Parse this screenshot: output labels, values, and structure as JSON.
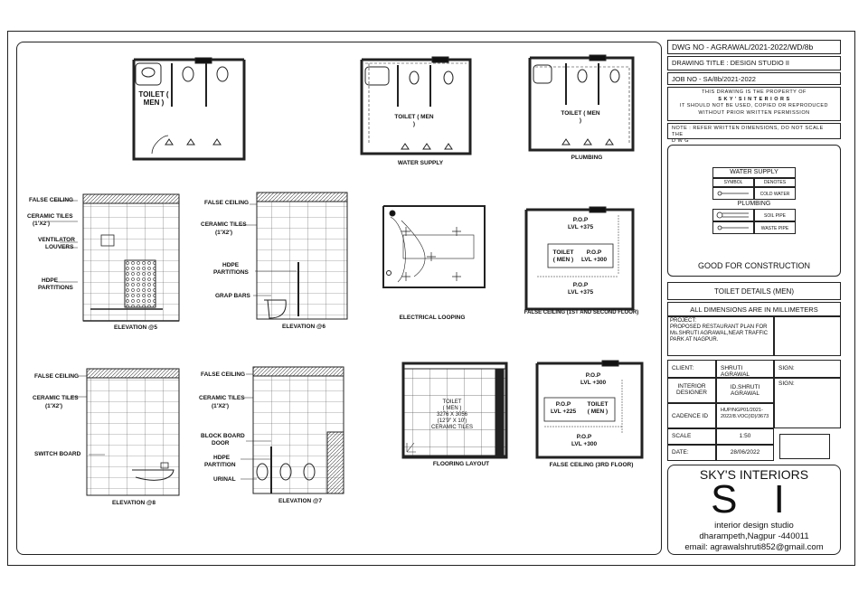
{
  "title_block": {
    "dwg_no": "DWG NO - AGRAWAL/2021-2022/WD/8b",
    "drawing_title": "DRAWING TITLE : DESIGN STUDIO II",
    "job_no": "JOB NO - SA/8b/2021-2022",
    "property_line1": "THIS DRAWING IS THE PROPERTY OF",
    "property_line2": "S K Y ' S   I N T E R I O R S",
    "property_line3": "IT SHOULD NOT BE USED, COPIED OR REPRODUCED",
    "property_line4": "WITHOUT PRIOR WRITTEN PERMISSION",
    "note": "NOTE : REFER WRITTEN DIMENSIONS, DO NOT SCALE THE",
    "note_line2": "D                 W                G",
    "legend": {
      "water_supply": "WATER SUPPLY",
      "symbol": "SYMBOL",
      "denotes": "DENOTES",
      "cold_water": "COLD WATER",
      "plumbing": "PLUMBING",
      "soil_pipe": "SOIL PIPE",
      "waste_pipe": "WASTE PIPE"
    },
    "status": "GOOD FOR CONSTRUCTION",
    "sheet_title": "TOILET DETAILS (MEN)",
    "units": "ALL DIMENSIONS ARE IN MILLIMETERS",
    "project_label": "PROJECT:",
    "project_text": "PROPOSED RESTAURANT PLAN FOR Ms.SHRUTI AGRAWAL,NEAR TRAFFIC PARK AT NAGPUR.",
    "client_label": "CLIENT:",
    "client": "SHRUTI AGRAWAL",
    "sign1": "SIGN:",
    "designer_label": "INTERIOR DESIGNER",
    "designer": "ID.SHRUTI AGRAWAL",
    "sign2": "SIGN:",
    "cadence_label": "CADENCE ID",
    "cadence": "HUP/NGP01/2021-2022/8.VOC(ID)/3673",
    "scale_label": "SCALE",
    "scale": "1:50",
    "date_label": "DATE:",
    "date": "28/06/2022",
    "firm": "SKY'S INTERIORS",
    "logo": "S I",
    "studio": "interior design studio",
    "address": "dharampeth,Nagpur -440011",
    "email": "email: agrawalshruti852@gmail.com"
  },
  "drawings": {
    "plan1_label": "TOILET ( MEN )",
    "plan2_label": "TOILET ( MEN )",
    "plan2_caption": "WATER SUPPLY",
    "plan3_label": "TOILET ( MEN )",
    "plan3_caption": "PLUMBING",
    "elev5": {
      "caption": "ELEVATION @5",
      "false_ceiling": "FALSE CEILING",
      "ceramic_tiles": "CERAMIC TILES",
      "tile_size": "(1'X2')",
      "ventilator": "VENTILATOR",
      "louvers": "LOUVERS",
      "hdpe": "HDPE",
      "partitions": "PARTITIONS"
    },
    "elev6": {
      "caption": "ELEVATION @6",
      "false_ceiling": "FALSE CEILING",
      "ceramic_tiles": "CERAMIC TILES",
      "tile_size": "(1'X2')",
      "hdpe": "HDPE",
      "partitions": "PARTITIONS",
      "grab_bars": "GRAP BARS"
    },
    "electrical_caption": "ELECTRICAL LOOPING",
    "fc1": {
      "caption": "FALSE CEILING (1ST AND SECOND FLOOR)",
      "pop": "P.O.P",
      "lvl_top": "LVL +375",
      "toilet": "TOILET",
      "men": "( MEN )",
      "lvl_mid": "LVL +300",
      "lvl_bot": "LVL +375"
    },
    "elev8": {
      "caption": "ELEVATION @8",
      "false_ceiling": "FALSE CEILING",
      "ceramic_tiles": "CERAMIC TILES",
      "tile_size": "(1'X2')",
      "switch_board": "SWITCH BOARD"
    },
    "elev7": {
      "caption": "ELEVATION @7",
      "false_ceiling": "FALSE CEILING",
      "ceramic_tiles": "CERAMIC TILES",
      "tile_size": "(1'X2')",
      "block_board": "BLOCK BOARD",
      "door": "DOOR",
      "hdpe": "HDPE",
      "partition": "PARTITION",
      "urinal": "URINAL"
    },
    "flooring": {
      "caption": "FLOORING LAYOUT",
      "l1": "TOILET",
      "l2": "( MEN )",
      "l3": "3276 X 3056",
      "l4": "(12'9\" X 10')",
      "l5": "CERAMIC TILES"
    },
    "fc3": {
      "caption": "FALSE CEILING (3RD FLOOR)",
      "pop": "P.O.P",
      "lvl_top": "LVL +300",
      "toilet": "TOILET",
      "men": "( MEN )",
      "lvl_mid": "LVL +225",
      "lvl_bot": "LVL +300"
    }
  }
}
